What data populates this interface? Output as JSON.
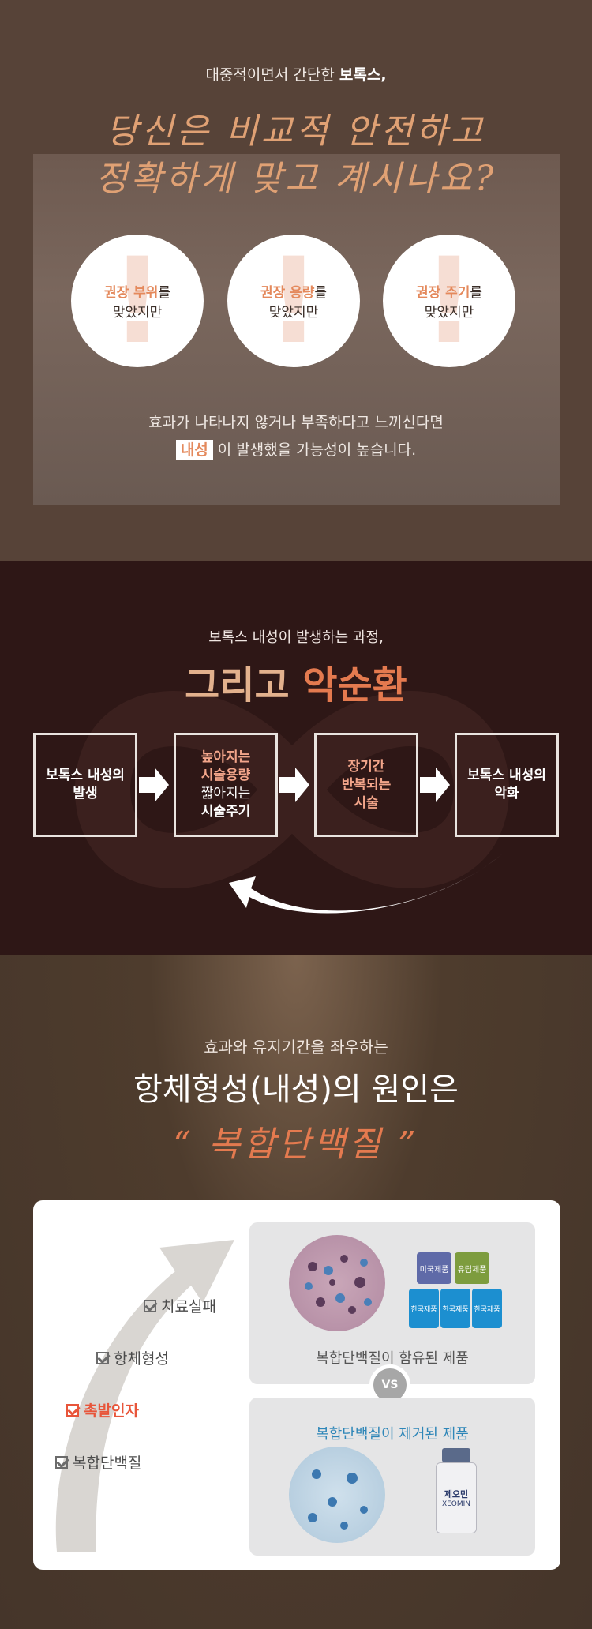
{
  "section1": {
    "intro_normal": "대중적이면서 간단한",
    "intro_bold": "보톡스,",
    "script_line1": "당신은 비교적 안전하고",
    "script_line2": "정확하게 맞고 계시나요?",
    "circles": [
      {
        "highlight": "권장 부위",
        "suffix": "를",
        "line2": "맞았지만"
      },
      {
        "highlight": "권장 용량",
        "suffix": "를",
        "line2": "맞았지만"
      },
      {
        "highlight": "권장 주기",
        "suffix": "를",
        "line2": "맞았지만"
      }
    ],
    "caption_line1": "효과가 나타나지 않거나 부족하다고 느끼신다면",
    "caption_tag": "내성",
    "caption_line2": "이 발생했을 가능성이 높습니다."
  },
  "section2": {
    "small": "보톡스 내성이 발생하는 과정,",
    "big_plain": "그리고",
    "big_accent": "악순환",
    "boxes": [
      {
        "line1": "보톡스 내성의",
        "line2": "발생"
      },
      {
        "line1": "높아지는",
        "line2": "시술용량",
        "line3": "짧아지는",
        "line4": "시술주기"
      },
      {
        "line1": "장기간",
        "line2": "반복되는",
        "line3": "시술"
      },
      {
        "line1": "보톡스 내성의",
        "line2": "악화"
      }
    ]
  },
  "section3": {
    "small": "효과와 유지기간을 좌우하는",
    "big": "항체형성(내성)의 원인은",
    "script": "“ 복합단백질 ”",
    "steps": [
      "치료실패",
      "항체형성",
      "촉발인자",
      "복합단백질"
    ],
    "vs": "VS",
    "top_label": "복합단백질이 함유된 제품",
    "bottom_label": "복합단백질이 제거된 제품",
    "bottles_top": [
      "미국제품",
      "유럽제품"
    ],
    "bottles_bottom": [
      "한국제품",
      "한국제품",
      "한국제품"
    ],
    "vial_brand": "제오민",
    "vial_brand_en": "XEOMIN",
    "colors": {
      "accent": "#e47a4f",
      "blue_label": "#2e86b8",
      "active_step": "#e8553a"
    }
  }
}
